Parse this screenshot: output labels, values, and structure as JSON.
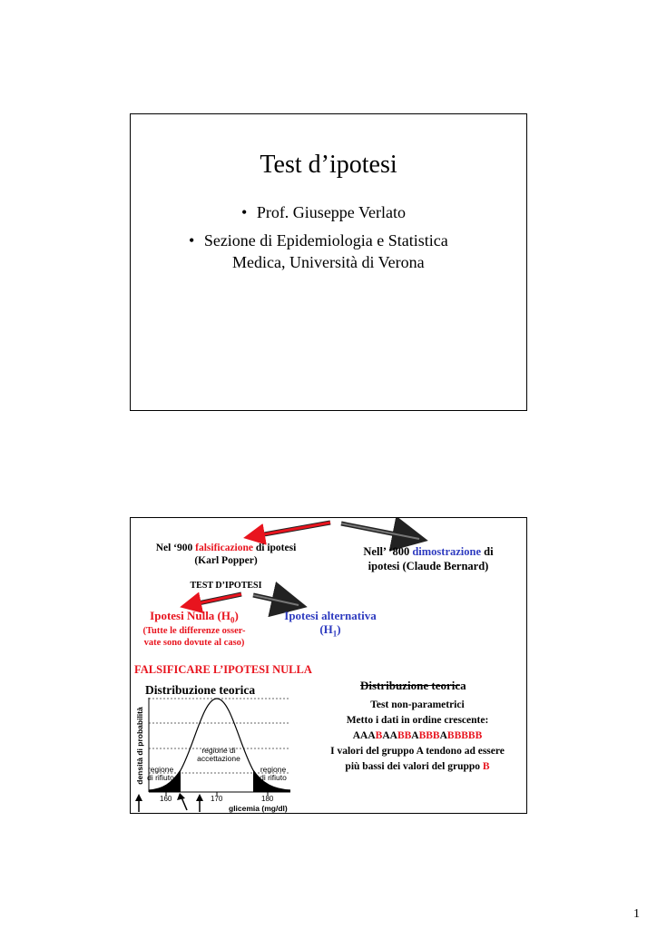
{
  "slide1": {
    "title": "Test d’ipotesi",
    "bullet_glyph": "•",
    "bullets": [
      {
        "line1": "Prof. Giuseppe Verlato",
        "line2": ""
      },
      {
        "line1": "Sezione di Epidemiologia e Statistica",
        "line2": "Medica, Università di Verona"
      }
    ]
  },
  "slide2": {
    "left_top": {
      "pre": "Nel ‘900 ",
      "highlight": "falsificazione",
      "post": " di ipotesi",
      "line2": "(Karl Popper)"
    },
    "right_top": {
      "pre": "Nell’ ‘800 ",
      "highlight": "dimostrazione",
      "post": " di",
      "line2": "ipotesi (Claude Bernard)"
    },
    "center_title": "TEST D’IPOTESI",
    "h0": {
      "label": "Ipotesi Nulla (H",
      "sub": "0",
      "close": ")",
      "note1": "(Tutte le differenze osser-",
      "note2": "vate sono dovute al caso)"
    },
    "h1": {
      "label": "Ipotesi alternativa",
      "line2_pre": "(H",
      "sub": "1",
      "close": ")"
    },
    "falsify": "FALSIFICARE L’IPOTESI NULLA",
    "dist_left": "Distribuzione teorica",
    "dist_right_strike": "Distribuzione teoric",
    "dist_right_tail": "a",
    "right_lines": {
      "l1": "Test non-parametrici",
      "l2": "Metto i dati in ordine crescente:",
      "seq": [
        {
          "t": "AAA",
          "c": "k"
        },
        {
          "t": "B",
          "c": "r"
        },
        {
          "t": "AA",
          "c": "k"
        },
        {
          "t": "BB",
          "c": "r"
        },
        {
          "t": "A",
          "c": "k"
        },
        {
          "t": "BBB",
          "c": "r"
        },
        {
          "t": "A",
          "c": "k"
        },
        {
          "t": "BBBBB",
          "c": "r"
        }
      ],
      "l4": "I valori del gruppo A tendono ad essere",
      "l5_pre": "più bassi dei valori del gruppo ",
      "l5_b": "B"
    },
    "chart": {
      "ylabel": "densità di probabilità",
      "xlabel": "glicemia (mg/dl)",
      "ticks": [
        "160",
        "170",
        "180"
      ],
      "accept1": "regione di",
      "accept2": "accettazione",
      "reject1": "regione",
      "reject2": "di rifiuto"
    }
  },
  "page_number": "1",
  "colors": {
    "red": "#e8141e",
    "blue": "#2f3cc0",
    "arrow_dark": "#333333"
  }
}
